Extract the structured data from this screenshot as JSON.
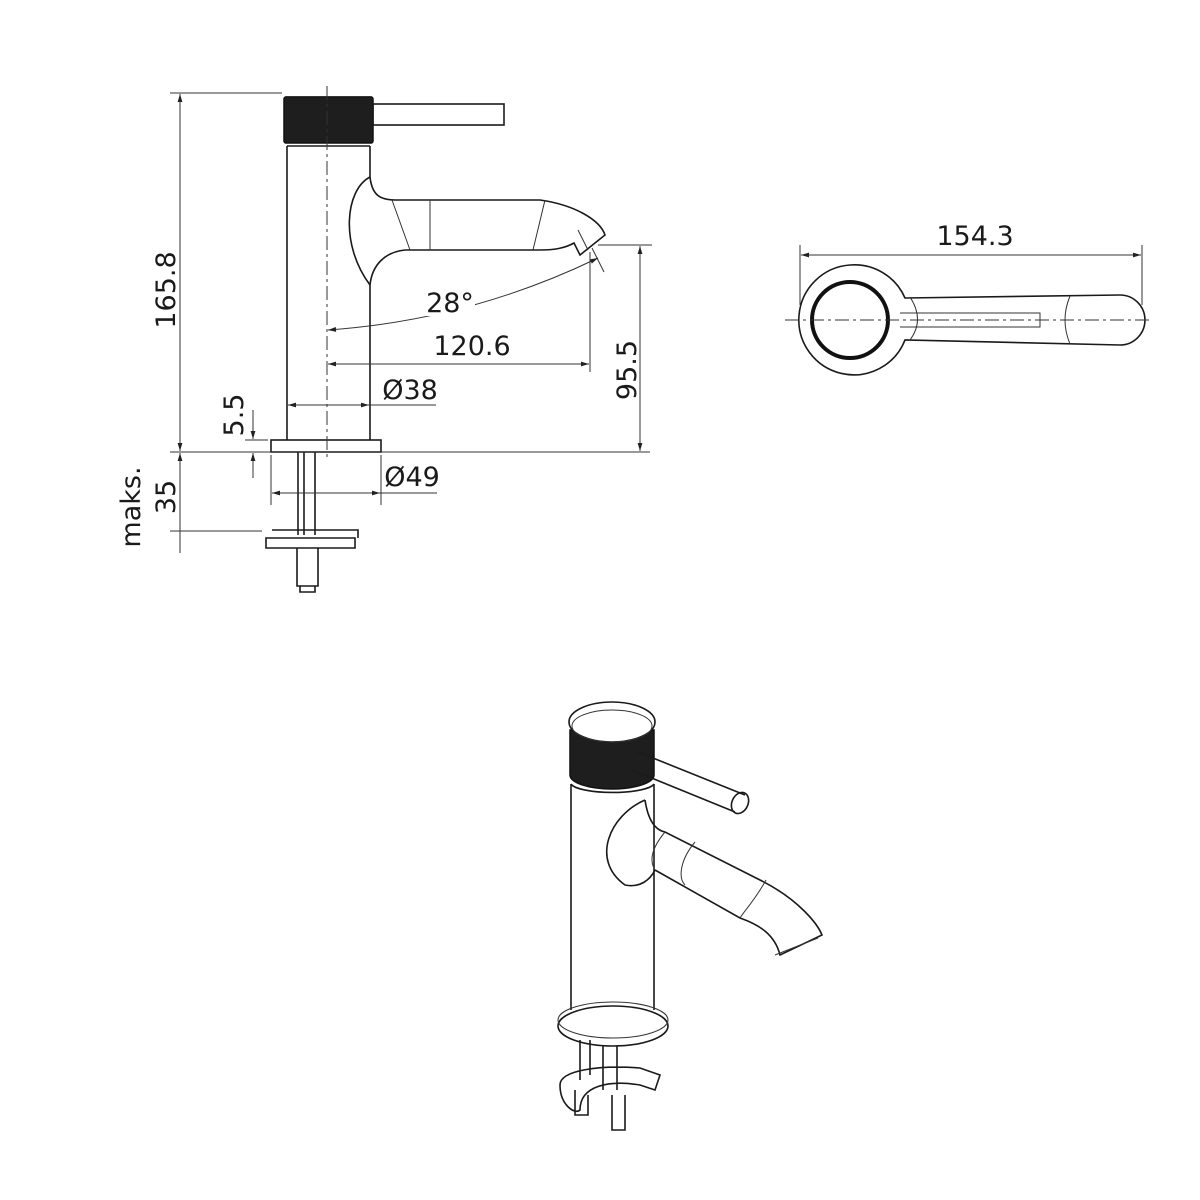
{
  "drawing": {
    "side_view": {
      "total_height": "165.8",
      "spout_height": "95.5",
      "spout_reach": "120.6",
      "spout_angle": "28°",
      "body_diameter": "Ø38",
      "base_thickness": "5.5",
      "base_diameter": "Ø49",
      "max_counter_thickness_label": "maks.",
      "max_counter_thickness": "35"
    },
    "top_view": {
      "total_length": "154.3"
    }
  },
  "colors": {
    "line": "#1a1a1a",
    "knurl": "#1e1e1e",
    "background": "#ffffff"
  }
}
